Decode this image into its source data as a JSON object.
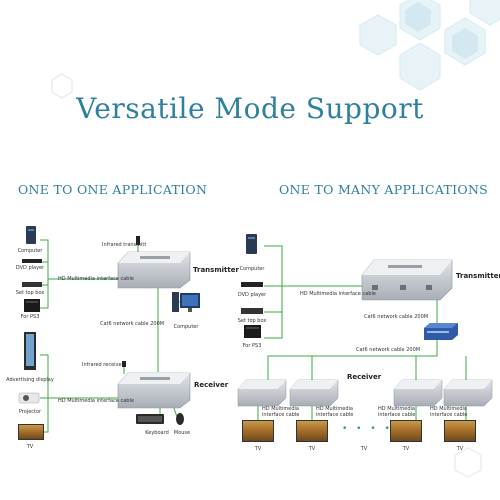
{
  "title": "Versatile Mode Support",
  "left": {
    "heading": "ONE TO ONE APPLICATION",
    "sources": [
      "Computer",
      "DVD player",
      "Set top box",
      "For PS3"
    ],
    "hdmi_label": "HD Multimedia interface cable",
    "infrared_tx": "Infrared transmitt",
    "transmitter": "Transmitter",
    "computer": "Computer",
    "cat6": "Cat6 network cable 200M",
    "infrared_rx": "Infrared receive",
    "outputs": [
      "Advertising display",
      "Projector",
      "TV"
    ],
    "hdmi_label_rx": "HD Multimedia interface cable",
    "receiver": "Receiver",
    "keyboard": "Keyboard",
    "mouse": "Mouse"
  },
  "right": {
    "heading": "ONE TO MANY APPLICATIONS",
    "sources": [
      "Computer",
      "DVD player",
      "Set top box",
      "For PS3"
    ],
    "hdmi_label": "HD Multimedia interface cable",
    "transmitter": "Transmitter",
    "cat6_top": "Cat6 network cable 200M",
    "cat6_bottom": "Cat6 network cable 200M",
    "receiver": "Receiver",
    "receiver_cable_labels": [
      "HD Multimedia interface cable",
      "HD Multimedia interface cable",
      "HD Multimedia interface cable",
      "HD Multimedia interface cable"
    ],
    "tv_labels": [
      "TV",
      "TV",
      "TV",
      "TV",
      "TV"
    ],
    "dots": "• • • •"
  },
  "colors": {
    "title": "#2f7f9e",
    "cable": "#3aa845",
    "device": "#c9cdd3",
    "switch": "#2e5aa8"
  }
}
